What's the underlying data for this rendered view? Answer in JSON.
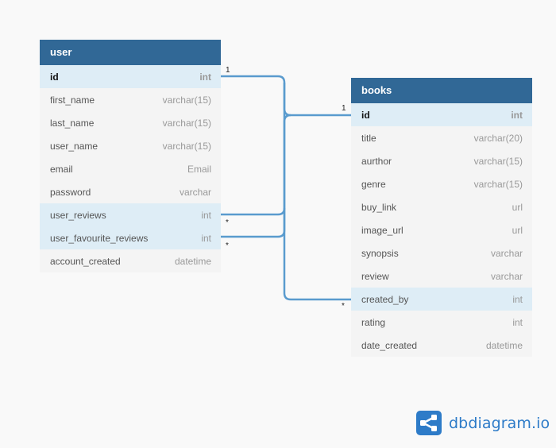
{
  "tables": {
    "user": {
      "title": "user",
      "fields": [
        {
          "name": "id",
          "type": "int",
          "pk": true,
          "highlight": true
        },
        {
          "name": "first_name",
          "type": "varchar(15)",
          "pk": false,
          "highlight": false
        },
        {
          "name": "last_name",
          "type": "varchar(15)",
          "pk": false,
          "highlight": false
        },
        {
          "name": "user_name",
          "type": "varchar(15)",
          "pk": false,
          "highlight": false
        },
        {
          "name": "email",
          "type": "Email",
          "pk": false,
          "highlight": false
        },
        {
          "name": "password",
          "type": "varchar",
          "pk": false,
          "highlight": false
        },
        {
          "name": "user_reviews",
          "type": "int",
          "pk": false,
          "highlight": true
        },
        {
          "name": "user_favourite_reviews",
          "type": "int",
          "pk": false,
          "highlight": true
        },
        {
          "name": "account_created",
          "type": "datetime",
          "pk": false,
          "highlight": false
        }
      ]
    },
    "books": {
      "title": "books",
      "fields": [
        {
          "name": "id",
          "type": "int",
          "pk": true,
          "highlight": true
        },
        {
          "name": "title",
          "type": "varchar(20)",
          "pk": false,
          "highlight": false
        },
        {
          "name": "aurthor",
          "type": "varchar(15)",
          "pk": false,
          "highlight": false
        },
        {
          "name": "genre",
          "type": "varchar(15)",
          "pk": false,
          "highlight": false
        },
        {
          "name": "buy_link",
          "type": "url",
          "pk": false,
          "highlight": false
        },
        {
          "name": "image_url",
          "type": "url",
          "pk": false,
          "highlight": false
        },
        {
          "name": "synopsis",
          "type": "varchar",
          "pk": false,
          "highlight": false
        },
        {
          "name": "review",
          "type": "varchar",
          "pk": false,
          "highlight": false
        },
        {
          "name": "created_by",
          "type": "int",
          "pk": false,
          "highlight": true
        },
        {
          "name": "rating",
          "type": "int",
          "pk": false,
          "highlight": false
        },
        {
          "name": "date_created",
          "type": "datetime",
          "pk": false,
          "highlight": false
        }
      ]
    }
  },
  "relations": [
    {
      "from": "user.id",
      "to": "books.id",
      "from_card": "1",
      "to_card": "1"
    },
    {
      "from": "user.user_reviews",
      "to": "user.id",
      "from_card": "*",
      "to_card": "1"
    },
    {
      "from": "user.user_favourite_reviews",
      "to": "user.id",
      "from_card": "*",
      "to_card": "1"
    },
    {
      "from": "books.created_by",
      "to": "books.id",
      "from_card": "*",
      "to_card": "1"
    }
  ],
  "brand": {
    "text": "dbdiagram.io",
    "icon": "share-nodes-icon"
  },
  "colors": {
    "header": "#316896",
    "line": "#5a9bce",
    "highlight_row": "#deedf6",
    "brand": "#2d7bc8"
  }
}
